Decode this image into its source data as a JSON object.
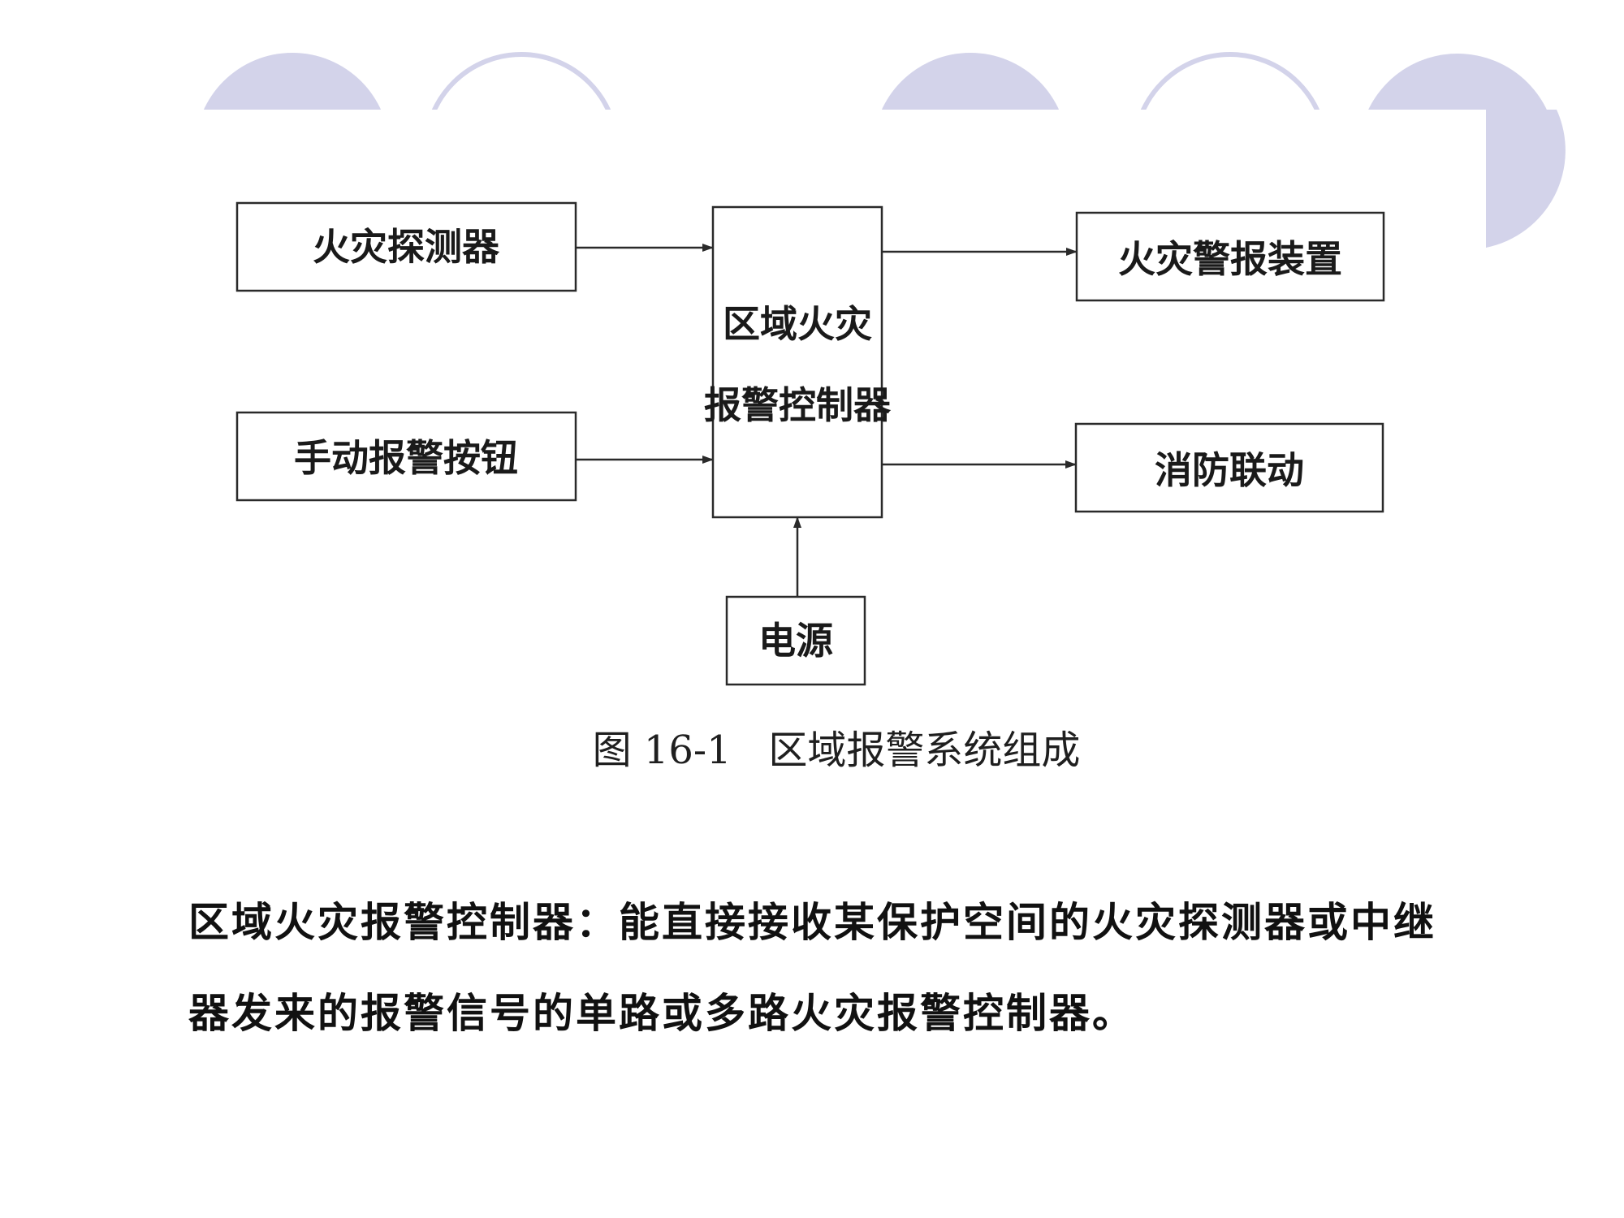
{
  "diagram": {
    "boxes": {
      "detector": "火灾探测器",
      "manual_button": "手动报警按钮",
      "controller_line1": "区域火灾",
      "controller_line2": "报警控制器",
      "alarm_device": "火灾警报装置",
      "fire_linkage": "消防联动",
      "power": "电源"
    },
    "caption": "图 16-1   区域报警系统组成"
  },
  "description": "区域火灾报警控制器：能直接接收某保护空间的火灾探测器或中继器发来的报警信号的单路或多路火灾报警控制器。",
  "colors": {
    "decor_circle": "#d3d3ea",
    "box_stroke": "#2a2a2a",
    "text": "#111111"
  }
}
